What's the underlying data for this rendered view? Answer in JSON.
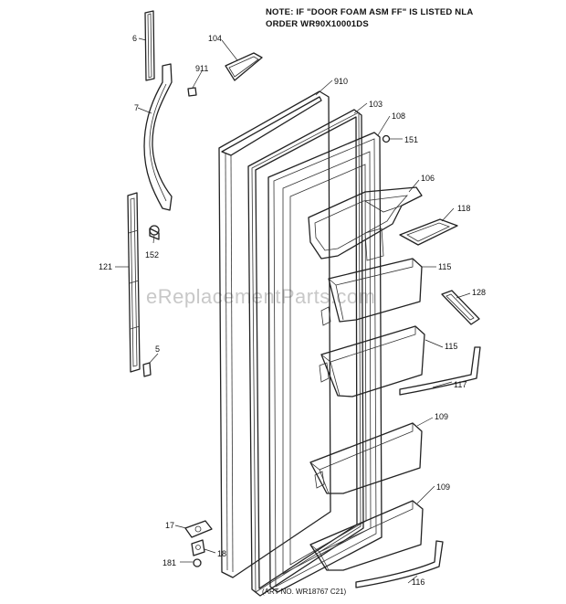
{
  "note": {
    "line1": "NOTE: IF \"DOOR FOAM ASM FF\" IS LISTED NLA",
    "line2": "ORDER WR90X10001DS"
  },
  "watermark": "eReplacementParts.com",
  "art_no": "(ART NO. WR18767 C21)",
  "callouts": {
    "p6": "6",
    "p7": "7",
    "p104": "104",
    "p911": "911",
    "p910": "910",
    "p103": "103",
    "p108": "108",
    "p151": "151",
    "p106": "106",
    "p118": "118",
    "p121": "121",
    "p152": "152",
    "p115a": "115",
    "p128": "128",
    "p5": "5",
    "p115b": "115",
    "p117": "117",
    "p109a": "109",
    "p109b": "109",
    "p17": "17",
    "p18": "18",
    "p181": "181",
    "p116": "116"
  }
}
